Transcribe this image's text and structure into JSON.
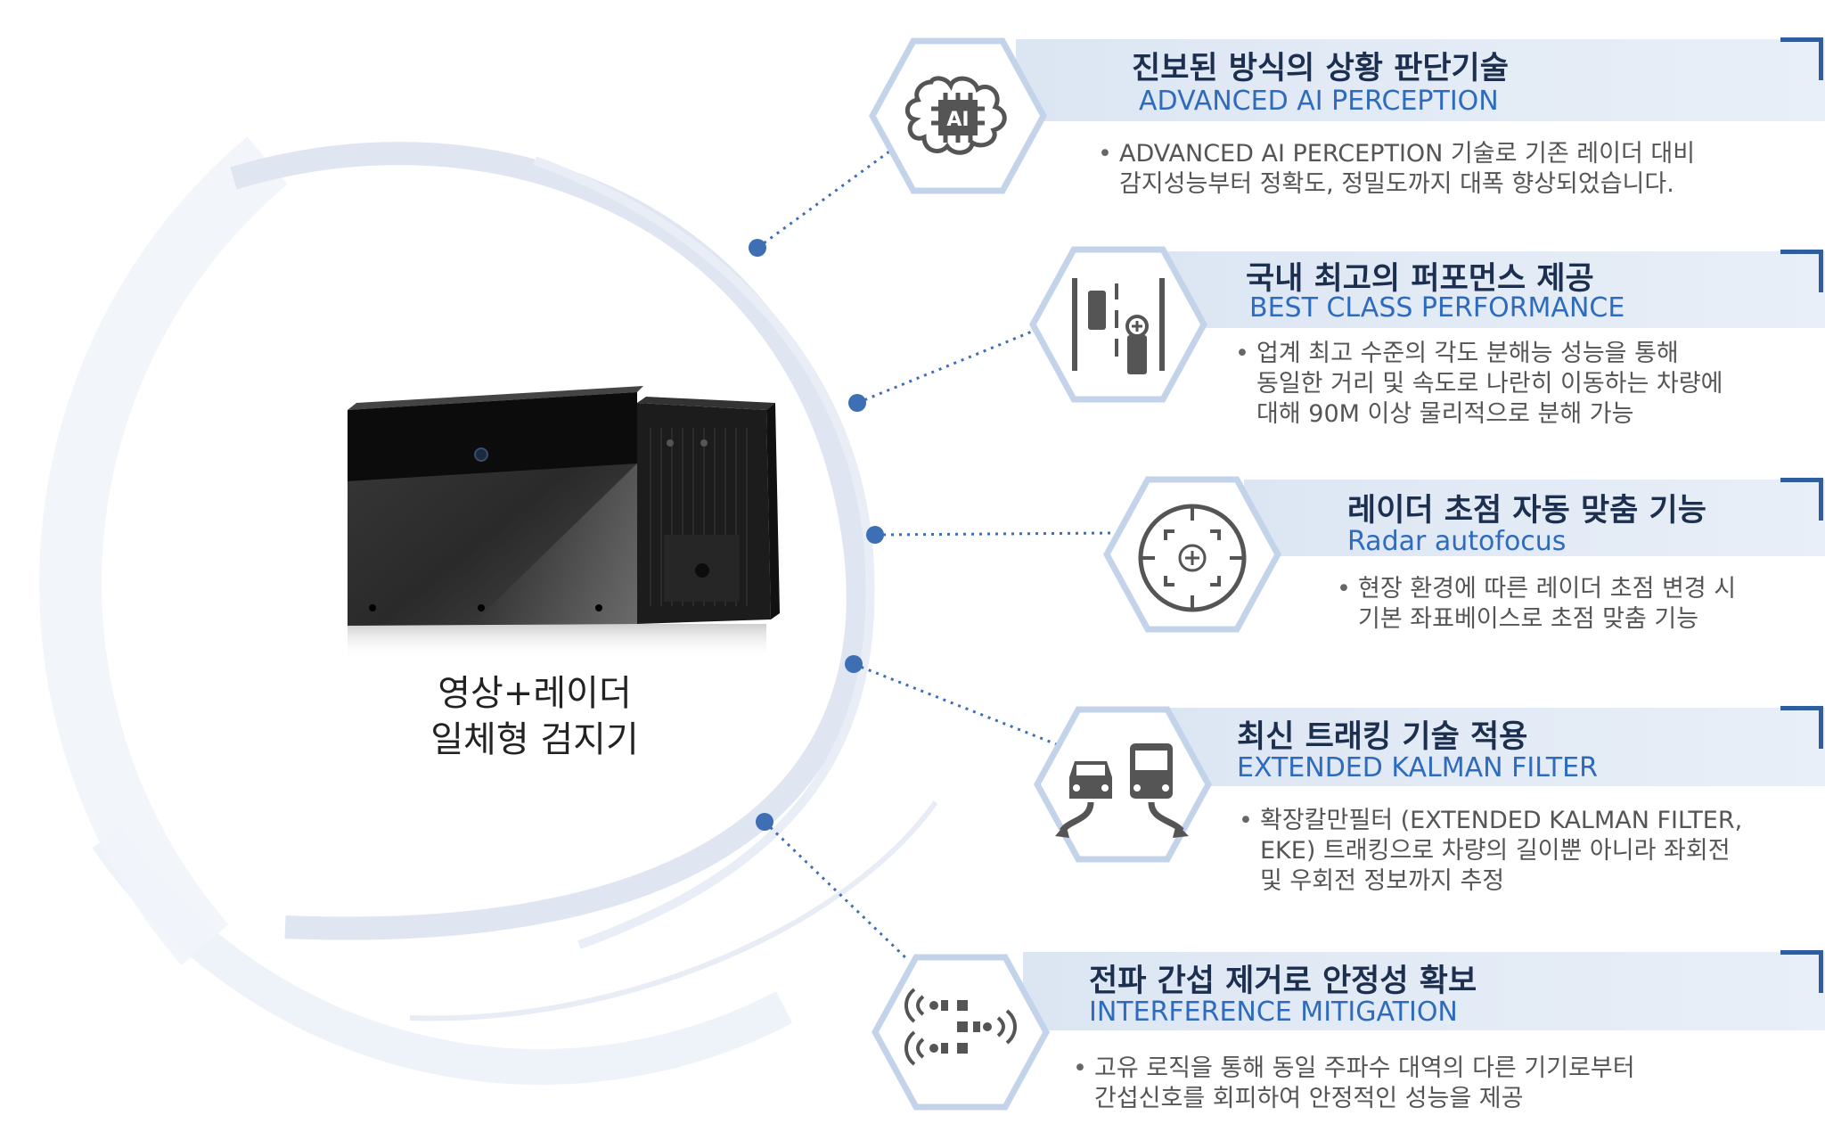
{
  "device": {
    "caption_line1": "영상+레이더",
    "caption_line2": "일체형 검지기"
  },
  "features": [
    {
      "title": "진보된 방식의 상황 판단기술",
      "subtitle": "ADVANCED AI PERCEPTION",
      "desc": [
        "ADVANCED AI PERCEPTION 기술로 기존 레이더 대비",
        "감지성능부터 정확도, 정밀도까지 대폭 향상되었습니다."
      ],
      "icon": "ai-chip-icon",
      "icon_label": "AI"
    },
    {
      "title": "국내 최고의 퍼포먼스 제공",
      "subtitle": "BEST CLASS PERFORMANCE",
      "desc": [
        "업계 최고 수준의 각도 분해능 성능을 통해",
        "동일한 거리 및 속도로 나란히 이동하는 차량에",
        "대해 90M 이상 물리적으로 분해 가능"
      ],
      "icon": "lane-vehicles-icon"
    },
    {
      "title": "레이더 초점 자동 맞춤 기능",
      "subtitle": "Radar autofocus",
      "desc": [
        "현장 환경에 따른 레이더 초점 변경 시",
        "기본 좌표베이스로 초점 맞춤 기능"
      ],
      "icon": "crosshair-icon"
    },
    {
      "title": "최신 트래킹 기술 적용",
      "subtitle": "EXTENDED KALMAN FILTER",
      "desc": [
        "확장칼만필터 (EXTENDED KALMAN FILTER,",
        "EKE) 트래킹으로 차량의 길이뿐 아니라 좌회전",
        "및 우회전 정보까지 추정"
      ],
      "icon": "vehicle-tracking-icon"
    },
    {
      "title": "전파 간섭 제거로 안정성 확보",
      "subtitle": "INTERFERENCE MITIGATION",
      "desc": [
        "고유 로직을 통해 동일 주파수 대역의 다른 기기로부터",
        "간섭신호를 회피하여 안정적인 성능을 제공"
      ],
      "icon": "wireless-signal-icon"
    }
  ],
  "colors": {
    "title": "#1d2f4f",
    "subtitle": "#2e6bbd",
    "accent": "#2f5d9e",
    "band": "#dce6f3",
    "hex_border": "#c3d4ea",
    "dot": "#3e6fb5"
  }
}
